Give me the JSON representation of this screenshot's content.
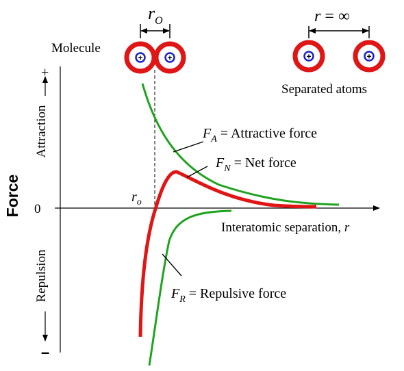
{
  "top": {
    "molecule_label": "Molecule",
    "r0_symbol": "r",
    "r0_subscript": "O",
    "separated_label": "Separated atoms",
    "r_infinity_lhs": "r",
    "r_infinity_rhs": " = ∞",
    "plus_sign": "+"
  },
  "axes": {
    "y_title": "Force",
    "attraction_label": "Attraction",
    "repulsion_label": "Repulsion",
    "plus_label": "+",
    "minus_label": "–",
    "zero_label": "0",
    "x_title": "Interatomic separation,",
    "x_title_var": "r",
    "r0_marker_symbol": "r",
    "r0_marker_subscript": "o"
  },
  "curve_labels": {
    "attractive": {
      "symbol": "F",
      "subscript": "A",
      "text": " = Attractive force"
    },
    "net": {
      "symbol": "F",
      "subscript": "N",
      "text": " = Net force"
    },
    "repulsive": {
      "symbol": "F",
      "subscript": "R",
      "text": " = Repulsive force"
    }
  },
  "colors": {
    "attractive": "#1fa31f",
    "repulsive": "#1fa31f",
    "net": "#e01515",
    "atom_ring": "#e01515",
    "nucleus": "#1a22c8",
    "axis": "#000000"
  }
}
